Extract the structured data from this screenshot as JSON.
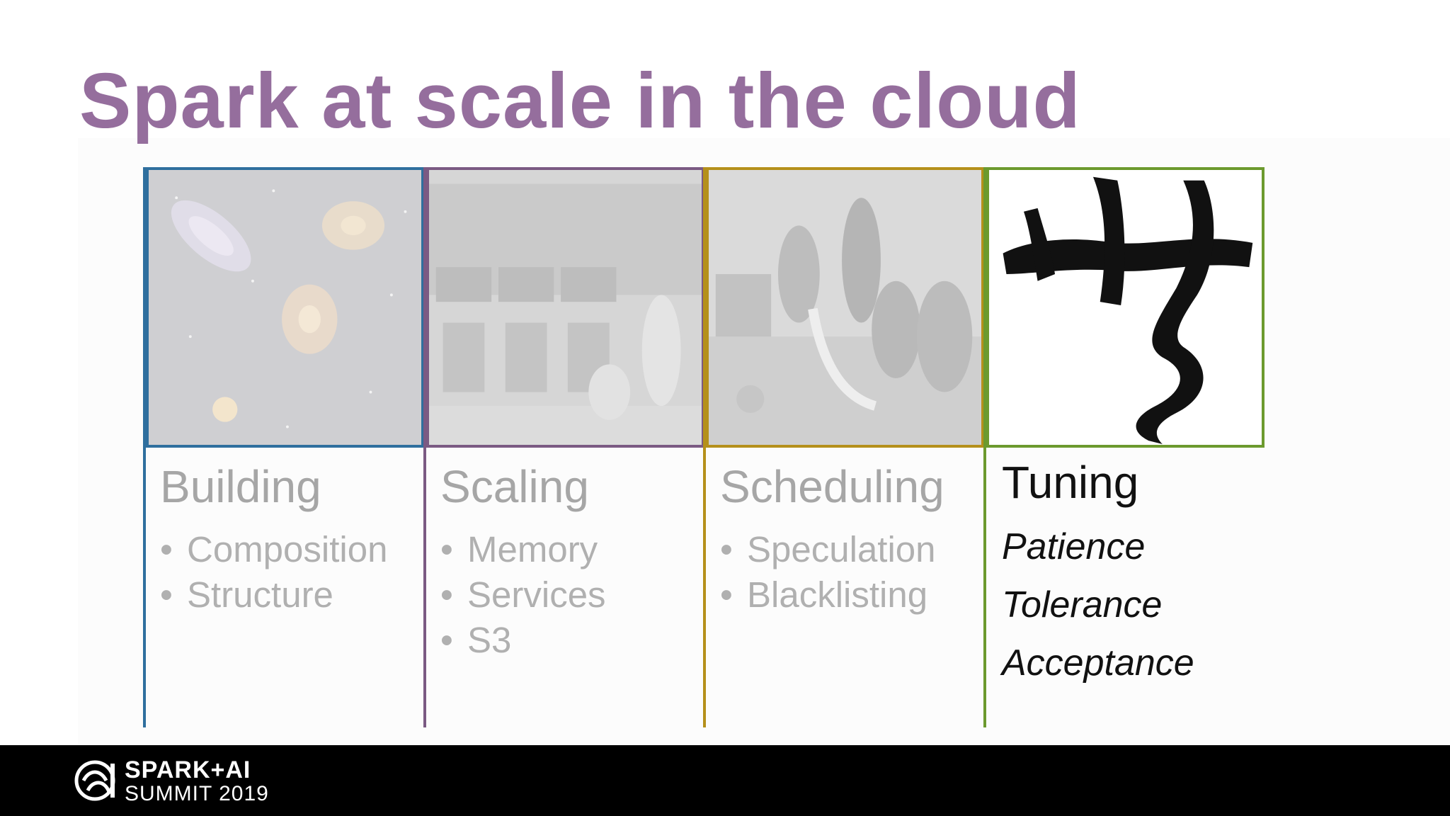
{
  "slide": {
    "title": "Spark at scale in the cloud",
    "columns": [
      {
        "label": "Building",
        "bullets": [
          "Composition",
          "Structure"
        ],
        "image": "galaxies-photo",
        "accent": "#2f6f9e"
      },
      {
        "label": "Scaling",
        "bullets": [
          "Memory",
          "Services",
          "S3"
        ],
        "image": "early-computer-photo",
        "accent": "#7b5a83"
      },
      {
        "label": "Scheduling",
        "bullets": [
          "Speculation",
          "Blacklisting"
        ],
        "image": "mission-control-photo",
        "accent": "#b5901b"
      },
      {
        "label": "Tuning",
        "items": [
          "Patience",
          "Tolerance",
          "Acceptance"
        ],
        "image": "calligraphy-character",
        "accent": "#6c9a2e"
      }
    ],
    "bullet_char": "•"
  },
  "footer": {
    "logo_line1": "SPARK+AI",
    "logo_line2": "SUMMIT 2019"
  },
  "colors": {
    "title": "#956e9d",
    "footer_bg": "#000000"
  }
}
